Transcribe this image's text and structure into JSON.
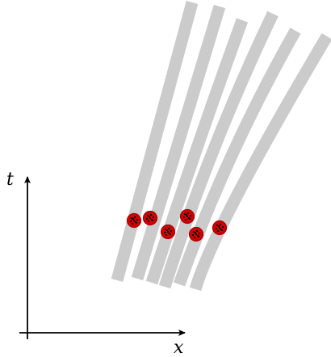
{
  "axes": {
    "x_label": "x",
    "t_label": "t"
  },
  "colors": {
    "background": "#ffffff",
    "band": "#cbcbcb",
    "particle_fill": "#d10000",
    "particle_outline": "#a00000",
    "particle_dots": "#000000",
    "axis": "#000000"
  },
  "worldlines": {
    "count": 6
  },
  "particles": {
    "count": 6
  }
}
